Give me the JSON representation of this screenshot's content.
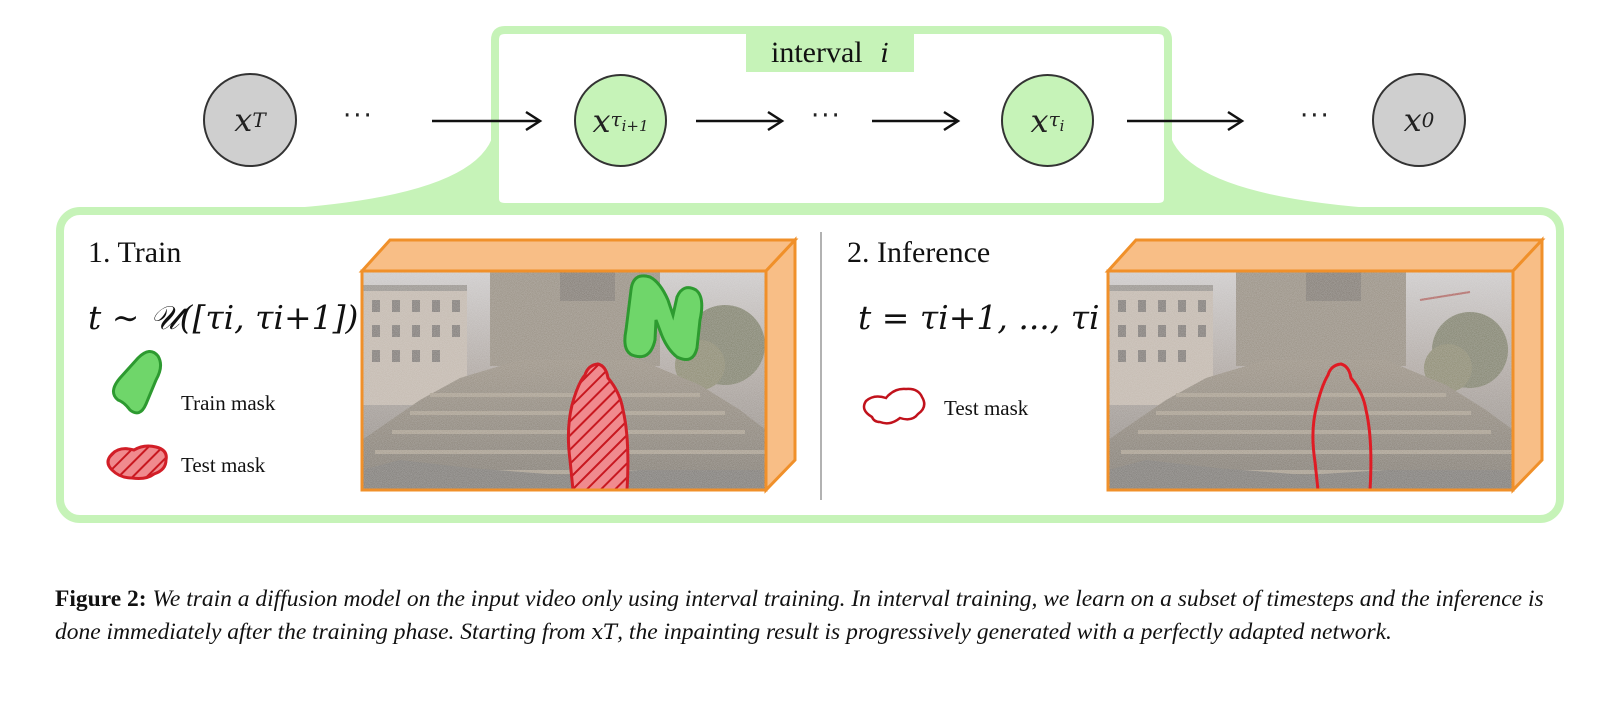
{
  "interval_label": {
    "text": "interval",
    "var": "i"
  },
  "nodes": [
    {
      "id": "x-T",
      "base": "x",
      "sub": "T",
      "fill": "#cfcfcf"
    },
    {
      "id": "x-tau-i-plus-1",
      "base": "x",
      "sub": "τ",
      "subsub": "i+1",
      "fill": "#c6f3b8"
    },
    {
      "id": "x-tau-i",
      "base": "x",
      "sub": "τ",
      "subsub": "i",
      "fill": "#c6f3b8"
    },
    {
      "id": "x-0",
      "base": "x",
      "sub": "0",
      "fill": "#cfcfcf"
    }
  ],
  "ellipsis": "···",
  "train": {
    "heading": "1. Train",
    "formula": "t ∼ 𝒰([τi, τi+1])",
    "legend": [
      {
        "label": "Train mask",
        "color": "#6fd66a"
      },
      {
        "label": "Test mask",
        "color": "#e8333a"
      }
    ]
  },
  "inference": {
    "heading": "2. Inference",
    "formula": "t = τi+1, ..., τi",
    "legend": [
      {
        "label": "Test mask",
        "color": "#cc1d25"
      }
    ]
  },
  "caption": {
    "label": "Figure 2:",
    "text_a": " We train a diffusion model on the input video only using interval training. In interval training, we learn on a subset of timesteps and the inference is done immediately after the training phase. Starting from ",
    "math": "xT",
    "text_b": ", the inpainting result is progressively generated with a perfectly adapted network."
  },
  "colors": {
    "green_fill": "#c6f3b8",
    "green_border": "#c6f3b8",
    "orange_border": "#f0902a",
    "orange_fill": "#f8be86",
    "node_grey": "#cfcfcf",
    "mask_green": "#6fd66a",
    "mask_red": "#e8333a"
  }
}
